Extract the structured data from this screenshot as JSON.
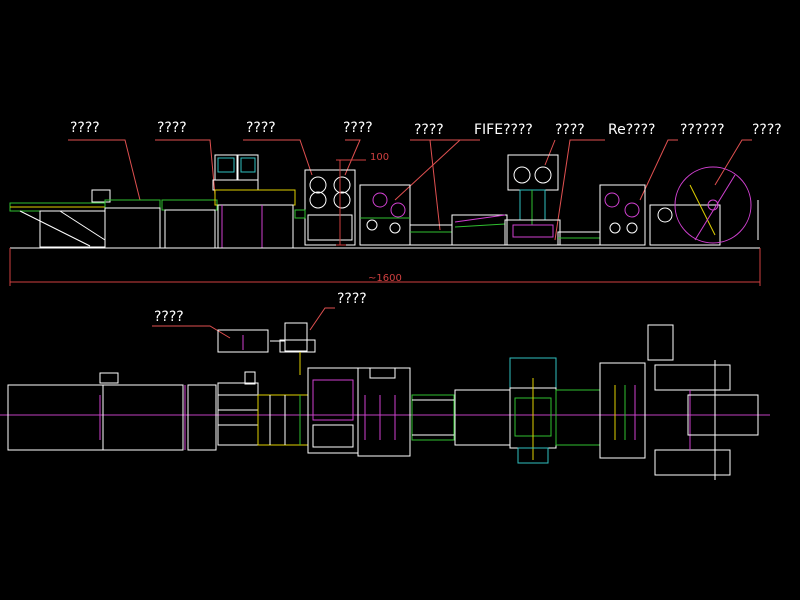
{
  "drawing": {
    "background": "#000000",
    "colors": {
      "outline": "#ffffff",
      "leader": "#e05050",
      "accent_green": "#30c030",
      "accent_magenta": "#d040d0",
      "accent_yellow": "#e0d000",
      "accent_cyan": "#30c0c0",
      "centerline": "#c040c0",
      "dimension": "#d04040"
    },
    "elevation_labels": [
      "????",
      "????",
      "????",
      "????",
      "????",
      "FIFE????",
      "????",
      "Re????",
      "??????",
      "????"
    ],
    "plan_labels": [
      "????",
      "????"
    ],
    "dimensions": {
      "height_mark": "100",
      "overall_length": "~1600"
    }
  }
}
